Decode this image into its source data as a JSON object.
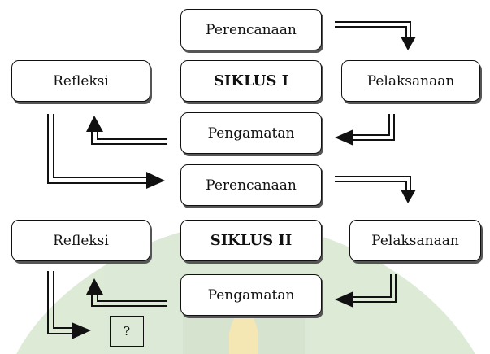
{
  "cycle1": {
    "top_label": "Perencanaan",
    "center_label": "SIKLUS I",
    "left_label": "Refleksi",
    "right_label": "Pelaksanaan",
    "bottom_label": "Pengamatan"
  },
  "cycle2": {
    "top_label": "Perencanaan",
    "center_label": "SIKLUS II",
    "left_label": "Refleksi",
    "right_label": "Pelaksanaan",
    "bottom_label": "Pengamatan"
  },
  "next_step_label": "?",
  "colors": {
    "line": "#111111",
    "watermark_green": "#d6e6cf",
    "watermark_yellow": "#f4e3a6"
  }
}
